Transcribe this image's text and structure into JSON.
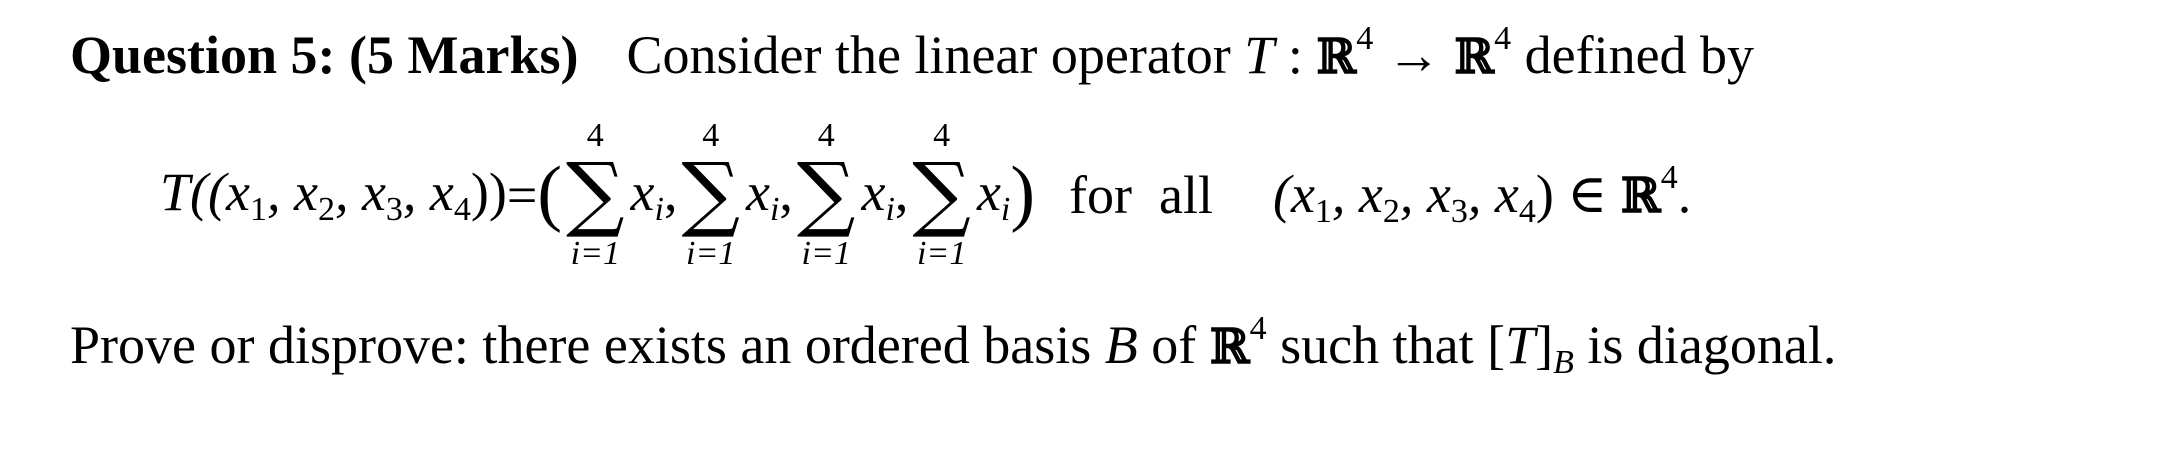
{
  "header": {
    "question_label": "Question 5:",
    "marks_label": "(5 Marks)",
    "intro_text": "Consider the linear operator",
    "operator_symbol": "T",
    "colon": " : ",
    "domain_space": "ℝ",
    "domain_exponent": "4",
    "arrow": " → ",
    "codomain_space": "ℝ",
    "codomain_exponent": "4",
    "defined_by": " defined by"
  },
  "equation": {
    "lhs_T": "T",
    "lhs_args": "((x",
    "lhs_sub1": "1",
    "lhs_c1": ", x",
    "lhs_sub2": "2",
    "lhs_c2": ", x",
    "lhs_sub3": "3",
    "lhs_c3": ", x",
    "lhs_sub4": "4",
    "lhs_close": "))",
    "equals": " = ",
    "open_paren": "(",
    "sums": [
      {
        "upper": "4",
        "sigma": "∑",
        "lower": "i=1",
        "term": "x",
        "term_sub": "i",
        "sep": ","
      },
      {
        "upper": "4",
        "sigma": "∑",
        "lower": "i=1",
        "term": "x",
        "term_sub": "i",
        "sep": ","
      },
      {
        "upper": "4",
        "sigma": "∑",
        "lower": "i=1",
        "term": "x",
        "term_sub": "i",
        "sep": ","
      },
      {
        "upper": "4",
        "sigma": "∑",
        "lower": "i=1",
        "term": "x",
        "term_sub": "i",
        "sep": ""
      }
    ],
    "close_paren": ")",
    "for_all": "for  all",
    "tuple_open": "(x",
    "t_sub1": "1",
    "t_c1": ", x",
    "t_sub2": "2",
    "t_c2": ", x",
    "t_sub3": "3",
    "t_c3": ", x",
    "t_sub4": "4",
    "tuple_close": ")",
    "in": " ∈ ",
    "space": "ℝ",
    "space_exponent": "4",
    "period": "."
  },
  "task": {
    "text_before": "Prove or disprove: there exists an ordered basis ",
    "basis": "B",
    "text_of": " of ",
    "space": "ℝ",
    "space_exponent": "4",
    "text_such": " such that ",
    "bracket_open": "[",
    "matrix_T": "T",
    "bracket_close": "]",
    "matrix_sub": "B",
    "text_end": " is diagonal."
  }
}
